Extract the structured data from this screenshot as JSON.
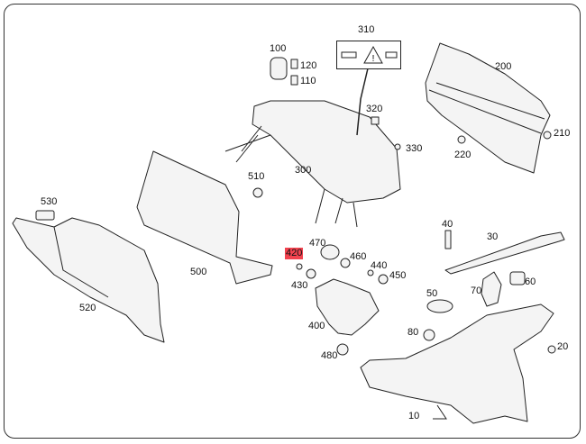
{
  "diagram": {
    "highlight_color": "#f2434f",
    "line_color": "#222222",
    "part_fill": "#f4f4f4",
    "callouts": [
      {
        "id": "310",
        "text": "310"
      },
      {
        "id": "100",
        "text": "100"
      },
      {
        "id": "120",
        "text": "120"
      },
      {
        "id": "110",
        "text": "110"
      },
      {
        "id": "200",
        "text": "200"
      },
      {
        "id": "320",
        "text": "320"
      },
      {
        "id": "210",
        "text": "210"
      },
      {
        "id": "330",
        "text": "330"
      },
      {
        "id": "220",
        "text": "220"
      },
      {
        "id": "300",
        "text": "300"
      },
      {
        "id": "510",
        "text": "510"
      },
      {
        "id": "530",
        "text": "530"
      },
      {
        "id": "40",
        "text": "40"
      },
      {
        "id": "30",
        "text": "30"
      },
      {
        "id": "470",
        "text": "470"
      },
      {
        "id": "420",
        "text": "420",
        "highlighted": true
      },
      {
        "id": "460",
        "text": "460"
      },
      {
        "id": "440",
        "text": "440"
      },
      {
        "id": "450",
        "text": "450"
      },
      {
        "id": "500",
        "text": "500"
      },
      {
        "id": "430",
        "text": "430"
      },
      {
        "id": "60",
        "text": "60"
      },
      {
        "id": "70",
        "text": "70"
      },
      {
        "id": "50",
        "text": "50"
      },
      {
        "id": "520",
        "text": "520"
      },
      {
        "id": "400",
        "text": "400"
      },
      {
        "id": "80",
        "text": "80"
      },
      {
        "id": "20",
        "text": "20"
      },
      {
        "id": "480",
        "text": "480"
      },
      {
        "id": "10",
        "text": "10"
      }
    ]
  }
}
